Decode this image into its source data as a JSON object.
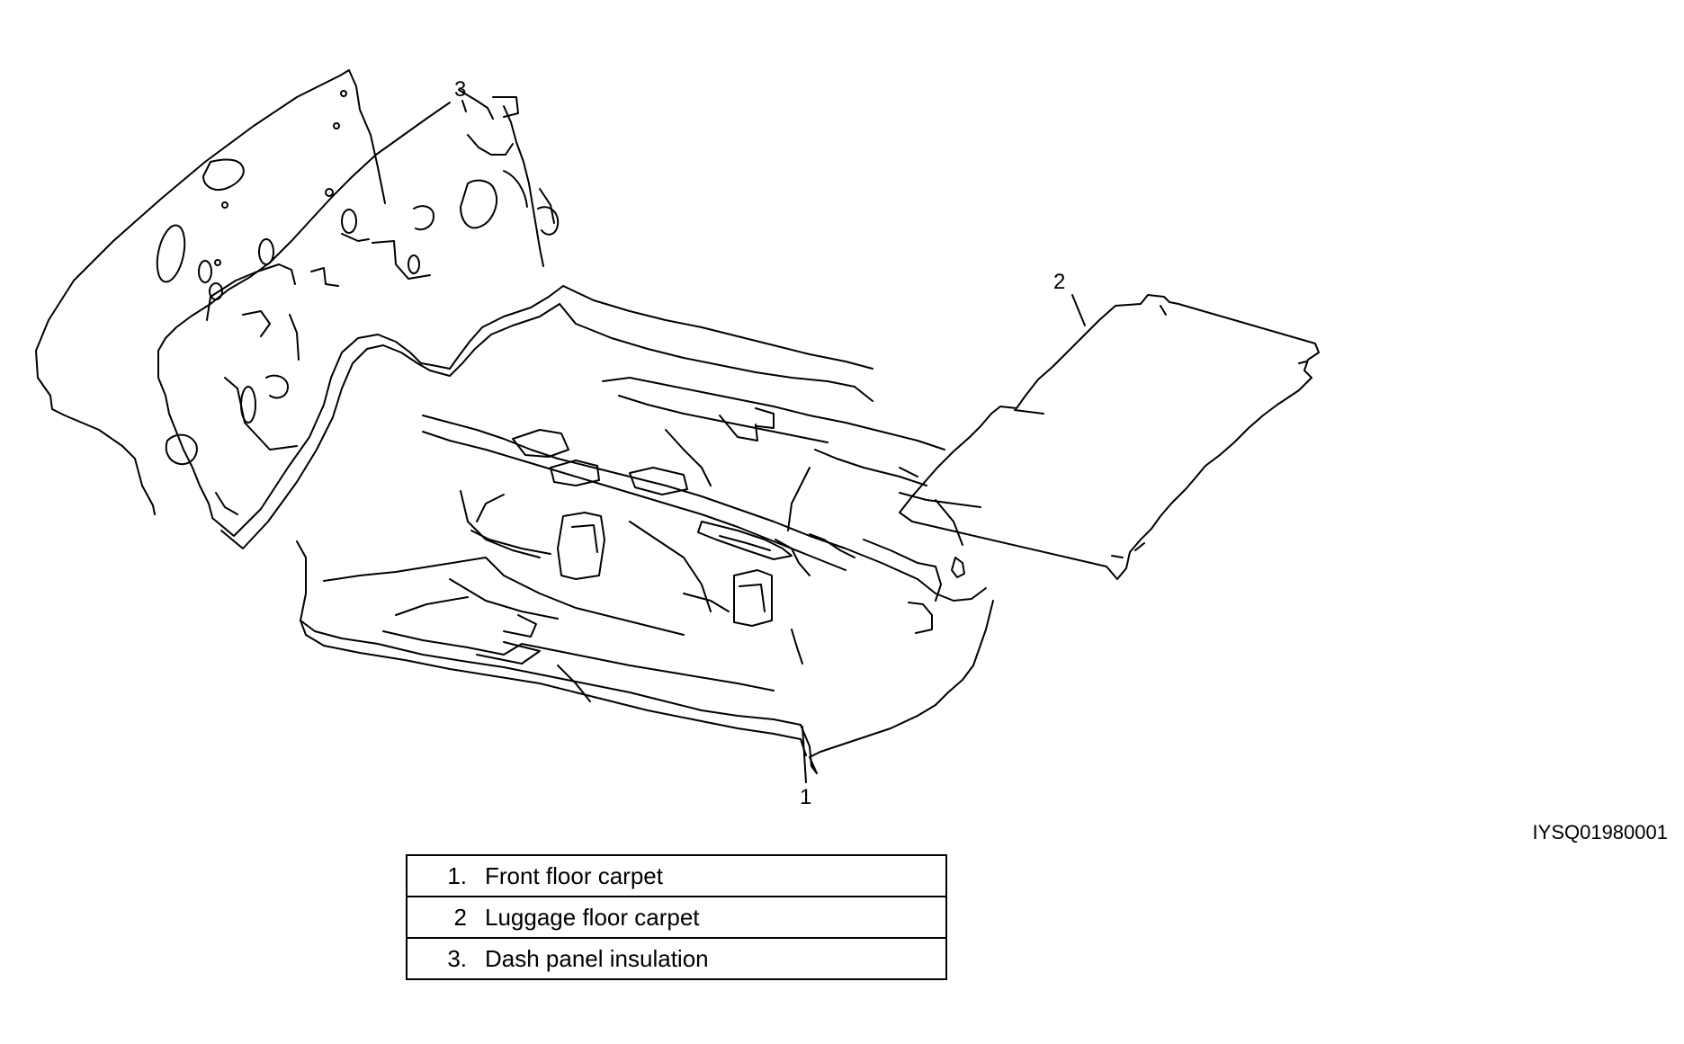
{
  "callouts": [
    {
      "id": "1",
      "label": "1"
    },
    {
      "id": "2",
      "label": "2"
    },
    {
      "id": "3",
      "label": "3"
    }
  ],
  "image_code": "IYSQ01980001",
  "legend": [
    {
      "num": "1.",
      "name": "Front floor carpet"
    },
    {
      "num": "2",
      "name": "Luggage floor carpet"
    },
    {
      "num": "3.",
      "name": "Dash panel insulation"
    }
  ]
}
